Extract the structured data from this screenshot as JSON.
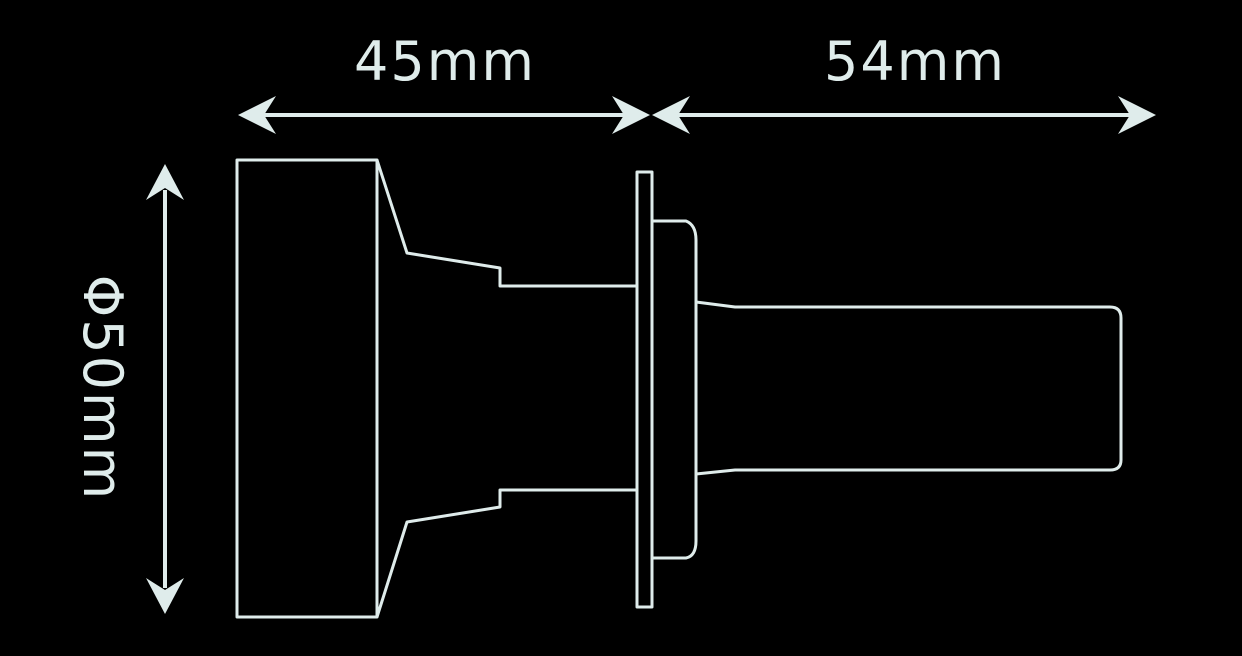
{
  "colors": {
    "background": "#000000",
    "line": "#dfeceb"
  },
  "dimensions": {
    "length_base": "45mm",
    "length_tail": "54mm",
    "diameter": "Φ50mm"
  }
}
